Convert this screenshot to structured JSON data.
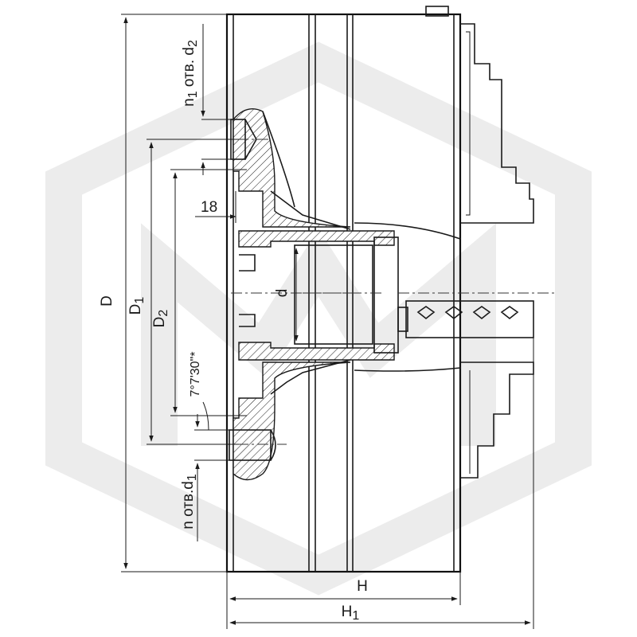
{
  "labels": {
    "D": "D",
    "D1": "D",
    "D1_sub": "1",
    "D2": "D",
    "D2_sub": "2",
    "d": "d",
    "H": "H",
    "H1": "H",
    "H1_sub": "1",
    "dim18": "18",
    "angle": "7°7'30\"*",
    "holes_top_n": "n",
    "holes_top_n_sub": "1",
    "holes_top_text": " отв. d",
    "holes_top_d_sub": "2",
    "holes_bottom_text": "n отв.d",
    "holes_bottom_d_sub": "1"
  },
  "colors": {
    "line": "#1a1a1a",
    "watermark": "#ececec"
  }
}
